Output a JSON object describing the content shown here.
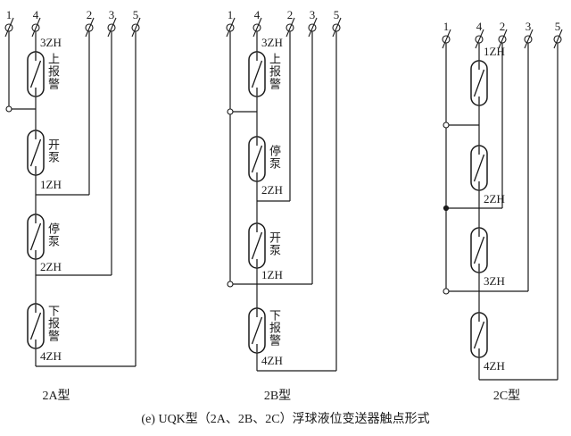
{
  "caption": "(e) UQK型（2A、2B、2C）浮球液位变送器触点形式",
  "diagrams": [
    {
      "title": "2A型",
      "terminals": [
        "1",
        "4",
        "2",
        "3",
        "5"
      ],
      "switches": [
        {
          "zh": "3ZH",
          "func": "上报警"
        },
        {
          "zh": "1ZH",
          "func": "开泵"
        },
        {
          "zh": "2ZH",
          "func": "停泵"
        },
        {
          "zh": "4ZH",
          "func": "下报警"
        }
      ]
    },
    {
      "title": "2B型",
      "terminals": [
        "1",
        "4",
        "2",
        "3",
        "5"
      ],
      "switches": [
        {
          "zh": "3ZH",
          "func": "上报警"
        },
        {
          "zh": "2ZH",
          "func": "停泵"
        },
        {
          "zh": "1ZH",
          "func": "开泵"
        },
        {
          "zh": "4ZH",
          "func": "下报警"
        }
      ]
    },
    {
      "title": "2C型",
      "terminals": [
        "1",
        "4",
        "2",
        "3",
        "5"
      ],
      "switches": [
        {
          "zh": "1ZH",
          "func": ""
        },
        {
          "zh": "2ZH",
          "func": ""
        },
        {
          "zh": "3ZH",
          "func": ""
        },
        {
          "zh": "4ZH",
          "func": ""
        }
      ]
    }
  ],
  "colors": {
    "line": "#1a1a1a",
    "background": "#ffffff"
  }
}
